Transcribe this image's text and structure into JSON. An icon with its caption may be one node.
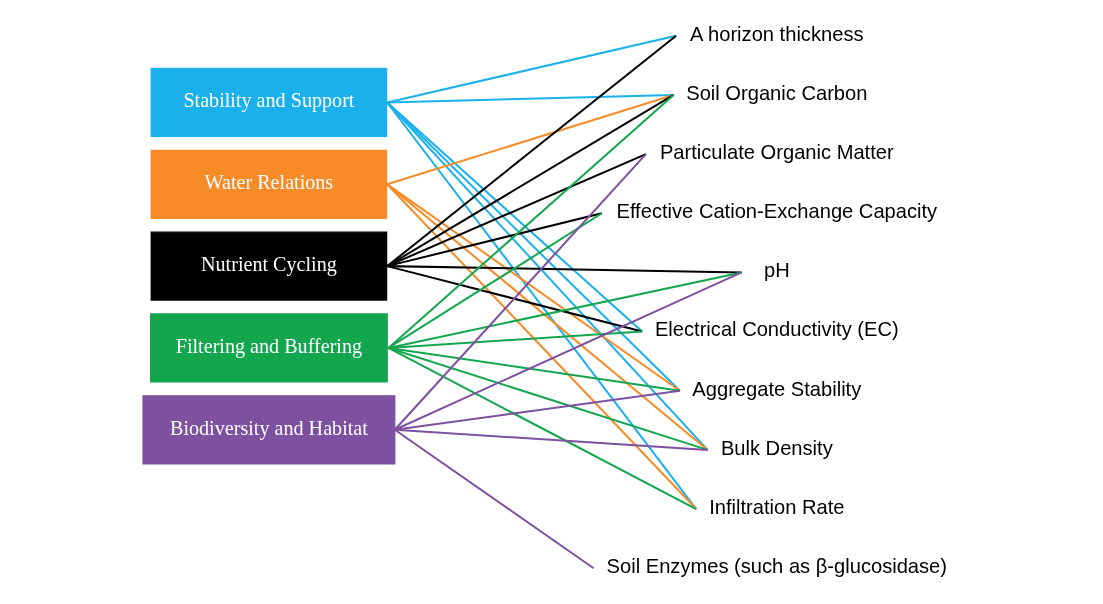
{
  "diagram": {
    "nodes": [
      {
        "text": [
          "Stability and Support"
        ]
      },
      {
        "text": [
          "Water Relations"
        ]
      },
      {
        "text": [
          "Nutrient Cycling"
        ]
      },
      {
        "text": [
          "Filtering and Buffering"
        ]
      },
      {
        "text": [
          "Biodiversity and Habitat"
        ]
      },
      {
        "text": [
          "A horizon thickness"
        ]
      },
      {
        "text": [
          "Soil Organic Carbon"
        ]
      },
      {
        "text": [
          "Particulate Organic Matter"
        ]
      },
      {
        "text": [
          "Effective Cation-Exchange Capacity"
        ]
      },
      {
        "text": [
          "pH"
        ]
      },
      {
        "text": [
          "Electrical Conductivity (EC)"
        ]
      },
      {
        "text": [
          "Aggregate Stability"
        ]
      },
      {
        "text": [
          "Bulk Density"
        ]
      },
      {
        "text": [
          "Infiltration Rate"
        ]
      },
      {
        "text": [
          "Soil Enzymes (such as β-glucosidase)"
        ]
      }
    ],
    "edges": [
      {
        "from": 0,
        "to": 5,
        "arrow": "none",
        "color": "#1ab0ec"
      },
      {
        "from": 0,
        "to": 6,
        "arrow": "none",
        "color": "#1ab0ec"
      },
      {
        "from": 0,
        "to": 10,
        "arrow": "none",
        "color": "#1ab0ec"
      },
      {
        "from": 0,
        "to": 11,
        "arrow": "none",
        "color": "#1ab0ec"
      },
      {
        "from": 0,
        "to": 12,
        "arrow": "none",
        "color": "#1ab0ec"
      },
      {
        "from": 0,
        "to": 13,
        "arrow": "none",
        "color": "#1ab0ec"
      },
      {
        "from": 1,
        "to": 6,
        "arrow": "none",
        "color": "#f68b28"
      },
      {
        "from": 1,
        "to": 11,
        "arrow": "none",
        "color": "#f68b28"
      },
      {
        "from": 1,
        "to": 12,
        "arrow": "none",
        "color": "#f68b28"
      },
      {
        "from": 1,
        "to": 13,
        "arrow": "none",
        "color": "#f68b28"
      },
      {
        "from": 2,
        "to": 5,
        "arrow": "none",
        "color": "#000000"
      },
      {
        "from": 2,
        "to": 6,
        "arrow": "none",
        "color": "#000000"
      },
      {
        "from": 2,
        "to": 7,
        "arrow": "none",
        "color": "#000000"
      },
      {
        "from": 2,
        "to": 8,
        "arrow": "none",
        "color": "#000000"
      },
      {
        "from": 2,
        "to": 9,
        "arrow": "none",
        "color": "#000000"
      },
      {
        "from": 2,
        "to": 10,
        "arrow": "none",
        "color": "#000000"
      },
      {
        "from": 3,
        "to": 6,
        "arrow": "none",
        "color": "#13a64f"
      },
      {
        "from": 3,
        "to": 8,
        "arrow": "none",
        "color": "#13a64f"
      },
      {
        "from": 3,
        "to": 9,
        "arrow": "none",
        "color": "#13a64f"
      },
      {
        "from": 3,
        "to": 10,
        "arrow": "none",
        "color": "#13a64f"
      },
      {
        "from": 3,
        "to": 11,
        "arrow": "none",
        "color": "#13a64f"
      },
      {
        "from": 3,
        "to": 12,
        "arrow": "none",
        "color": "#13a64f"
      },
      {
        "from": 3,
        "to": 13,
        "arrow": "none",
        "color": "#13a64f"
      },
      {
        "from": 4,
        "to": 7,
        "arrow": "none",
        "color": "#7d50a0"
      },
      {
        "from": 4,
        "to": 9,
        "arrow": "none",
        "color": "#7d50a0"
      },
      {
        "from": 4,
        "to": 11,
        "arrow": "none",
        "color": "#7d50a0"
      },
      {
        "from": 4,
        "to": 12,
        "arrow": "none",
        "color": "#7d50a0"
      },
      {
        "from": 4,
        "to": 14,
        "arrow": "none",
        "color": "#7d50a0"
      }
    ]
  }
}
